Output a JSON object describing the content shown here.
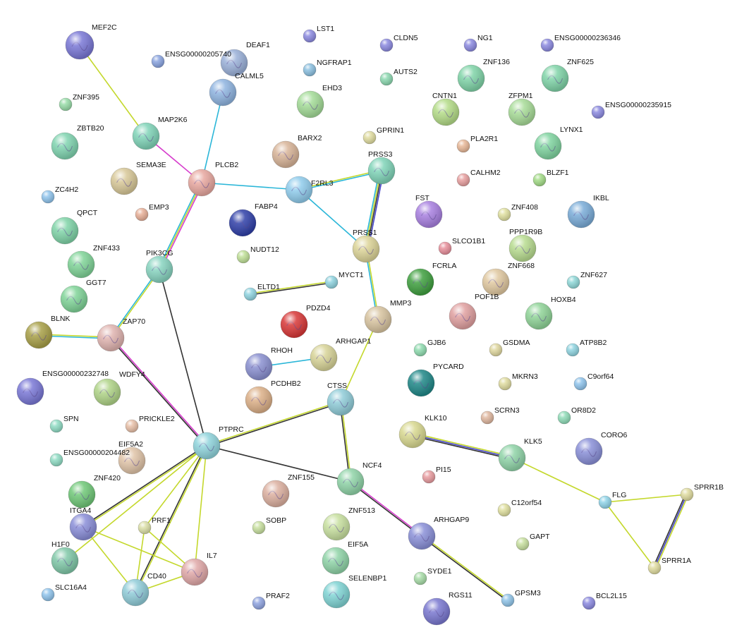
{
  "nodes": [
    {
      "id": "MEF2C",
      "label": "MEF2C",
      "color": "#7a78d6"
    },
    {
      "id": "DEAF1",
      "label": "DEAF1",
      "color": "#9ab0d8"
    },
    {
      "id": "ENSG00000205740",
      "label": "ENSG00000205740",
      "color": "#8aa4e0"
    },
    {
      "id": "CALML5",
      "label": "CALML5",
      "color": "#8fb4e0"
    },
    {
      "id": "LST1",
      "label": "LST1",
      "color": "#8c8ae0"
    },
    {
      "id": "NGFRAP1",
      "label": "NGFRAP1",
      "color": "#8cc0e0"
    },
    {
      "id": "CLDN5",
      "label": "CLDN5",
      "color": "#8c8ae0"
    },
    {
      "id": "AUTS2",
      "label": "AUTS2",
      "color": "#8cd8b0"
    },
    {
      "id": "NG1",
      "label": "NG1",
      "color": "#8c8ae0"
    },
    {
      "id": "ENSG00000236346",
      "label": "ENSG00000236346",
      "color": "#8c8ae0"
    },
    {
      "id": "ZNF136",
      "label": "ZNF136",
      "color": "#80d4a8"
    },
    {
      "id": "ZNF625",
      "label": "ZNF625",
      "color": "#80d4a8"
    },
    {
      "id": "ZNF395",
      "label": "ZNF395",
      "color": "#98dca8"
    },
    {
      "id": "EHD3",
      "label": "EHD3",
      "color": "#a4dc98"
    },
    {
      "id": "CNTN1",
      "label": "CNTN1",
      "color": "#b4dc88"
    },
    {
      "id": "ZFPM1",
      "label": "ZFPM1",
      "color": "#a8dc98"
    },
    {
      "id": "ENSG00000235915",
      "label": "ENSG00000235915",
      "color": "#8c8ae0"
    },
    {
      "id": "MAP2K6",
      "label": "MAP2K6",
      "color": "#80d4b8"
    },
    {
      "id": "ZBTB20",
      "label": "ZBTB20",
      "color": "#80d4b0"
    },
    {
      "id": "GPRIN1",
      "label": "GPRIN1",
      "color": "#e0dca0"
    },
    {
      "id": "BARX2",
      "label": "BARX2",
      "color": "#d8b498"
    },
    {
      "id": "PLA2R1",
      "label": "PLA2R1",
      "color": "#e8b898"
    },
    {
      "id": "LYNX1",
      "label": "LYNX1",
      "color": "#80d4a0"
    },
    {
      "id": "PRSS3",
      "label": "PRSS3",
      "color": "#80d4b8"
    },
    {
      "id": "SEMA3E",
      "label": "SEMA3E",
      "color": "#d8c898"
    },
    {
      "id": "PLCB2",
      "label": "PLCB2",
      "color": "#e8a8a0"
    },
    {
      "id": "F2RL3",
      "label": "F2RL3",
      "color": "#90ccec"
    },
    {
      "id": "CALHM2",
      "label": "CALHM2",
      "color": "#e8a0a0"
    },
    {
      "id": "BLZF1",
      "label": "BLZF1",
      "color": "#a4dc88"
    },
    {
      "id": "ZC4H2",
      "label": "ZC4H2",
      "color": "#90c4ec"
    },
    {
      "id": "EMP3",
      "label": "EMP3",
      "color": "#e8b098"
    },
    {
      "id": "FST",
      "label": "FST",
      "color": "#a880e0"
    },
    {
      "id": "ZNF408",
      "label": "ZNF408",
      "color": "#e0e0a0"
    },
    {
      "id": "IKBL",
      "label": "IKBL",
      "color": "#7aacd8"
    },
    {
      "id": "QPCT",
      "label": "QPCT",
      "color": "#80d4a8"
    },
    {
      "id": "FABP4",
      "label": "FABP4",
      "color": "#3040a8"
    },
    {
      "id": "PRSS1",
      "label": "PRSS1",
      "color": "#dcd498"
    },
    {
      "id": "SLCO1B1",
      "label": "SLCO1B1",
      "color": "#e8909c"
    },
    {
      "id": "PPP1R9B",
      "label": "PPP1R9B",
      "color": "#b8dc90"
    },
    {
      "id": "NUDT12",
      "label": "NUDT12",
      "color": "#c0e098"
    },
    {
      "id": "ZNF433",
      "label": "ZNF433",
      "color": "#80d498"
    },
    {
      "id": "PIK3CG",
      "label": "PIK3CG",
      "color": "#88d4c0"
    },
    {
      "id": "FCRLA",
      "label": "FCRLA",
      "color": "#40a040"
    },
    {
      "id": "ZNF668",
      "label": "ZNF668",
      "color": "#e0c8a0"
    },
    {
      "id": "ZNF627",
      "label": "ZNF627",
      "color": "#90d8d8"
    },
    {
      "id": "ELTD1",
      "label": "ELTD1",
      "color": "#90d4e0"
    },
    {
      "id": "MYCT1",
      "label": "MYCT1",
      "color": "#90d4e0"
    },
    {
      "id": "GGT7",
      "label": "GGT7",
      "color": "#80d498"
    },
    {
      "id": "PDZD4",
      "label": "PDZD4",
      "color": "#d83838"
    },
    {
      "id": "MMP3",
      "label": "MMP3",
      "color": "#d8c4a0"
    },
    {
      "id": "POF1B",
      "label": "POF1B",
      "color": "#e0a0a0"
    },
    {
      "id": "HOXB4",
      "label": "HOXB4",
      "color": "#90d498"
    },
    {
      "id": "BLNK",
      "label": "BLNK",
      "color": "#a8a048"
    },
    {
      "id": "ZAP70",
      "label": "ZAP70",
      "color": "#e0b4b0"
    },
    {
      "id": "ARHGAP1",
      "label": "ARHGAP1",
      "color": "#d8d498"
    },
    {
      "id": "GJB6",
      "label": "GJB6",
      "color": "#90dcb0"
    },
    {
      "id": "GSDMA",
      "label": "GSDMA",
      "color": "#e0d8a0"
    },
    {
      "id": "ATP8B2",
      "label": "ATP8B2",
      "color": "#90d4e0"
    },
    {
      "id": "RHOH",
      "label": "RHOH",
      "color": "#8a90d0"
    },
    {
      "id": "ENSG00000232748",
      "label": "ENSG00000232748",
      "color": "#7a78d6"
    },
    {
      "id": "WDFY4",
      "label": "WDFY4",
      "color": "#b0d488"
    },
    {
      "id": "PYCARD",
      "label": "PYCARD",
      "color": "#208888"
    },
    {
      "id": "MKRN3",
      "label": "MKRN3",
      "color": "#e0dca0"
    },
    {
      "id": "C9orf64",
      "label": "C9orf64",
      "color": "#90c4ec"
    },
    {
      "id": "PCDHB2",
      "label": "PCDHB2",
      "color": "#dcb088"
    },
    {
      "id": "CTSS",
      "label": "CTSS",
      "color": "#90ccd8"
    },
    {
      "id": "SPN",
      "label": "SPN",
      "color": "#90dcc4"
    },
    {
      "id": "PRICKLE2",
      "label": "PRICKLE2",
      "color": "#e8c0a8"
    },
    {
      "id": "SCRN3",
      "label": "SCRN3",
      "color": "#e0b8a0"
    },
    {
      "id": "OR8D2",
      "label": "OR8D2",
      "color": "#90dcb8"
    },
    {
      "id": "KLK10",
      "label": "KLK10",
      "color": "#d8d890"
    },
    {
      "id": "CORO6",
      "label": "CORO6",
      "color": "#8a90d8"
    },
    {
      "id": "PTPRC",
      "label": "PTPRC",
      "color": "#90d4dc"
    },
    {
      "id": "EIF5A2",
      "label": "EIF5A2",
      "color": "#e0c4a8"
    },
    {
      "id": "ENSG00000204482",
      "label": "ENSG00000204482",
      "color": "#90dcc4"
    },
    {
      "id": "KLK5",
      "label": "KLK5",
      "color": "#90d4a8"
    },
    {
      "id": "PI15",
      "label": "PI15",
      "color": "#e89ca0"
    },
    {
      "id": "ZNF420",
      "label": "ZNF420",
      "color": "#70c878"
    },
    {
      "id": "ZNF155",
      "label": "ZNF155",
      "color": "#dcb0a0"
    },
    {
      "id": "NCF4",
      "label": "NCF4",
      "color": "#90d4a8"
    },
    {
      "id": "SPRR1B",
      "label": "SPRR1B",
      "color": "#e0dca0"
    },
    {
      "id": "FLG",
      "label": "FLG",
      "color": "#90d4e8"
    },
    {
      "id": "ITGA4",
      "label": "ITGA4",
      "color": "#8a8ed8"
    },
    {
      "id": "PRF1",
      "label": "PRF1",
      "color": "#dce0a8"
    },
    {
      "id": "SOBP",
      "label": "SOBP",
      "color": "#c8e0a0"
    },
    {
      "id": "ZNF513",
      "label": "ZNF513",
      "color": "#c8e0a0"
    },
    {
      "id": "ARHGAP9",
      "label": "ARHGAP9",
      "color": "#8a90d8"
    },
    {
      "id": "C12orf54",
      "label": "C12orf54",
      "color": "#e0e0a0"
    },
    {
      "id": "H1F0",
      "label": "H1F0",
      "color": "#80c8a8"
    },
    {
      "id": "GAPT",
      "label": "GAPT",
      "color": "#c8e0a0"
    },
    {
      "id": "IL7",
      "label": "IL7",
      "color": "#e0a8a8"
    },
    {
      "id": "EIF5A",
      "label": "EIF5A",
      "color": "#90d4a8"
    },
    {
      "id": "SPRR1A",
      "label": "SPRR1A",
      "color": "#e0dca0"
    },
    {
      "id": "SYDE1",
      "label": "SYDE1",
      "color": "#a8dca8"
    },
    {
      "id": "CD40",
      "label": "CD40",
      "color": "#90ccd8"
    },
    {
      "id": "SELENBP1",
      "label": "SELENBP1",
      "color": "#80d4d4"
    },
    {
      "id": "SLC16A4",
      "label": "SLC16A4",
      "color": "#90c4ec"
    },
    {
      "id": "PRAF2",
      "label": "PRAF2",
      "color": "#90a4e0"
    },
    {
      "id": "GPSM3",
      "label": "GPSM3",
      "color": "#90c4e8"
    },
    {
      "id": "RGS11",
      "label": "RGS11",
      "color": "#7a78d0"
    },
    {
      "id": "BCL2L15",
      "label": "BCL2L15",
      "color": "#8c8ae0"
    }
  ],
  "edges": [
    {
      "a": "MEF2C",
      "b": "MAP2K6",
      "types": [
        "textmining"
      ]
    },
    {
      "a": "MAP2K6",
      "b": "PLCB2",
      "types": [
        "experiment"
      ]
    },
    {
      "a": "CALML5",
      "b": "PLCB2",
      "types": [
        "database"
      ]
    },
    {
      "a": "PLCB2",
      "b": "F2RL3",
      "types": [
        "database"
      ]
    },
    {
      "a": "PLCB2",
      "b": "PIK3CG",
      "types": [
        "experiment",
        "textmining",
        "database"
      ]
    },
    {
      "a": "F2RL3",
      "b": "PRSS3",
      "types": [
        "textmining",
        "database"
      ]
    },
    {
      "a": "F2RL3",
      "b": "PRSS1",
      "types": [
        "database"
      ]
    },
    {
      "a": "PRSS3",
      "b": "PRSS1",
      "types": [
        "homology",
        "coexpression",
        "textmining",
        "database"
      ]
    },
    {
      "a": "PRSS1",
      "b": "MMP3",
      "types": [
        "textmining",
        "database"
      ]
    },
    {
      "a": "MMP3",
      "b": "CTSS",
      "types": [
        "textmining"
      ]
    },
    {
      "a": "ELTD1",
      "b": "MYCT1",
      "types": [
        "textmining",
        "coexpression"
      ]
    },
    {
      "a": "RHOH",
      "b": "ARHGAP1",
      "types": [
        "database"
      ]
    },
    {
      "a": "PIK3CG",
      "b": "ZAP70",
      "types": [
        "textmining",
        "database"
      ]
    },
    {
      "a": "PIK3CG",
      "b": "PTPRC",
      "types": [
        "coexpression"
      ]
    },
    {
      "a": "BLNK",
      "b": "ZAP70",
      "types": [
        "textmining",
        "database"
      ]
    },
    {
      "a": "ZAP70",
      "b": "PTPRC",
      "types": [
        "experiment",
        "coexpression"
      ]
    },
    {
      "a": "PTPRC",
      "b": "CTSS",
      "types": [
        "textmining",
        "coexpression"
      ]
    },
    {
      "a": "PTPRC",
      "b": "NCF4",
      "types": [
        "coexpression"
      ]
    },
    {
      "a": "PTPRC",
      "b": "ITGA4",
      "types": [
        "textmining",
        "coexpression"
      ]
    },
    {
      "a": "PTPRC",
      "b": "PRF1",
      "types": [
        "textmining"
      ]
    },
    {
      "a": "PTPRC",
      "b": "IL7",
      "types": [
        "textmining"
      ]
    },
    {
      "a": "PTPRC",
      "b": "CD40",
      "types": [
        "textmining",
        "coexpression"
      ]
    },
    {
      "a": "PTPRC",
      "b": "H1F0",
      "types": [
        "textmining"
      ]
    },
    {
      "a": "CTSS",
      "b": "NCF4",
      "types": [
        "textmining",
        "coexpression"
      ]
    },
    {
      "a": "NCF4",
      "b": "ARHGAP9",
      "types": [
        "experiment",
        "coexpression"
      ]
    },
    {
      "a": "ARHGAP9",
      "b": "GPSM3",
      "types": [
        "textmining",
        "coexpression"
      ]
    },
    {
      "a": "ITGA4",
      "b": "IL7",
      "types": [
        "textmining"
      ]
    },
    {
      "a": "ITGA4",
      "b": "CD40",
      "types": [
        "textmining"
      ]
    },
    {
      "a": "PRF1",
      "b": "IL7",
      "types": [
        "textmining"
      ]
    },
    {
      "a": "PRF1",
      "b": "CD40",
      "types": [
        "textmining"
      ]
    },
    {
      "a": "IL7",
      "b": "CD40",
      "types": [
        "textmining"
      ]
    },
    {
      "a": "KLK10",
      "b": "KLK5",
      "types": [
        "textmining",
        "homology",
        "coexpression"
      ]
    },
    {
      "a": "KLK5",
      "b": "FLG",
      "types": [
        "textmining"
      ]
    },
    {
      "a": "FLG",
      "b": "SPRR1B",
      "types": [
        "textmining"
      ]
    },
    {
      "a": "FLG",
      "b": "SPRR1A",
      "types": [
        "textmining"
      ]
    },
    {
      "a": "SPRR1B",
      "b": "SPRR1A",
      "types": [
        "textmining",
        "homology",
        "coexpression"
      ]
    }
  ],
  "edge_colors": {
    "textmining": "#c4d82c",
    "database": "#2ab6d8",
    "experiment": "#d63ccc",
    "coexpression": "#333333",
    "homology": "#4444c8"
  }
}
